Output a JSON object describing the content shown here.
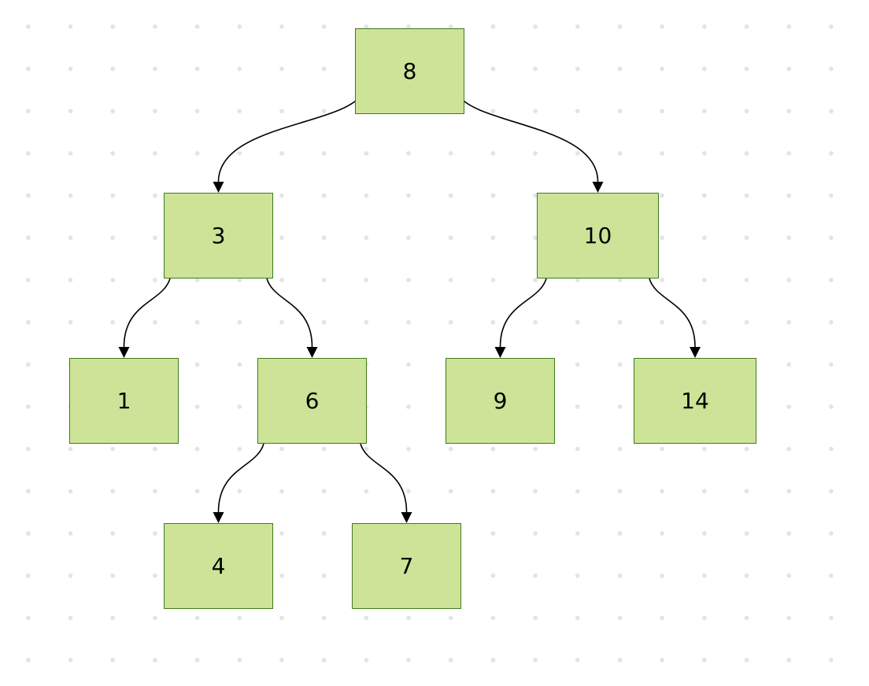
{
  "diagram": {
    "type": "binary-search-tree",
    "colors": {
      "node_fill": "#cde498",
      "node_border": "#3f7a1e",
      "edge": "#000000",
      "background": "#ffffff",
      "dot_grid": "#e3e3e3"
    },
    "nodes": [
      {
        "id": "n8",
        "label": "8"
      },
      {
        "id": "n3",
        "label": "3"
      },
      {
        "id": "n10",
        "label": "10"
      },
      {
        "id": "n1",
        "label": "1"
      },
      {
        "id": "n6",
        "label": "6"
      },
      {
        "id": "n9",
        "label": "9"
      },
      {
        "id": "n14",
        "label": "14"
      },
      {
        "id": "n4",
        "label": "4"
      },
      {
        "id": "n7",
        "label": "7"
      }
    ],
    "edges": [
      {
        "from": "n8",
        "to": "n3"
      },
      {
        "from": "n8",
        "to": "n10"
      },
      {
        "from": "n3",
        "to": "n1"
      },
      {
        "from": "n3",
        "to": "n6"
      },
      {
        "from": "n10",
        "to": "n9"
      },
      {
        "from": "n10",
        "to": "n14"
      },
      {
        "from": "n6",
        "to": "n4"
      },
      {
        "from": "n6",
        "to": "n7"
      }
    ]
  }
}
